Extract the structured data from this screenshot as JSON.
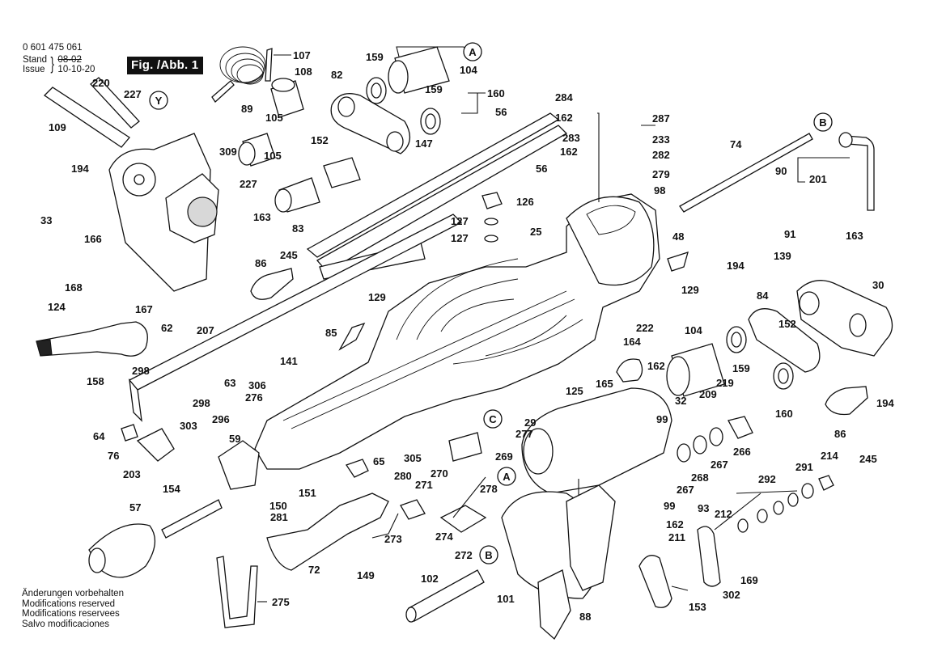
{
  "header": {
    "part_number": "0 601 475 061",
    "stand_label": "Stand",
    "issue_label": "Issue",
    "stand_value_old": "08-02",
    "issue_value": "10-10-20"
  },
  "figure_badge": "Fig. /Abb. 1",
  "footer": {
    "lines": [
      "Änderungen vorbehalten",
      "Modifications reserved",
      "Modifications reservees",
      "Salvo modificaciones"
    ]
  },
  "reference_markers": [
    "A",
    "A",
    "B",
    "B",
    "C",
    "Y"
  ],
  "part_labels": [
    "107",
    "108",
    "82",
    "159",
    "104",
    "159",
    "160",
    "220",
    "227",
    "109",
    "89",
    "105",
    "152",
    "309",
    "105",
    "227",
    "56",
    "56",
    "147",
    "126",
    "284",
    "162",
    "287",
    "283",
    "233",
    "162",
    "282",
    "279",
    "74",
    "90",
    "201",
    "98",
    "194",
    "33",
    "163",
    "83",
    "127",
    "127",
    "25",
    "166",
    "86",
    "245",
    "48",
    "91",
    "139",
    "163",
    "168",
    "194",
    "167",
    "129",
    "30",
    "124",
    "207",
    "62",
    "129",
    "84",
    "85",
    "222",
    "104",
    "152",
    "141",
    "164",
    "162",
    "158",
    "298",
    "63",
    "306",
    "159",
    "165",
    "219",
    "209",
    "32",
    "99",
    "160",
    "194",
    "276",
    "298",
    "296",
    "125",
    "303",
    "64",
    "59",
    "29",
    "277",
    "86",
    "245",
    "305",
    "269",
    "266",
    "76",
    "65",
    "267",
    "268",
    "203",
    "280",
    "270",
    "278",
    "267",
    "154",
    "271",
    "292",
    "291",
    "214",
    "150",
    "151",
    "57",
    "281",
    "99",
    "93",
    "162",
    "212",
    "273",
    "274",
    "272",
    "211",
    "72",
    "149",
    "102",
    "101",
    "88",
    "169",
    "302",
    "153",
    "275"
  ]
}
